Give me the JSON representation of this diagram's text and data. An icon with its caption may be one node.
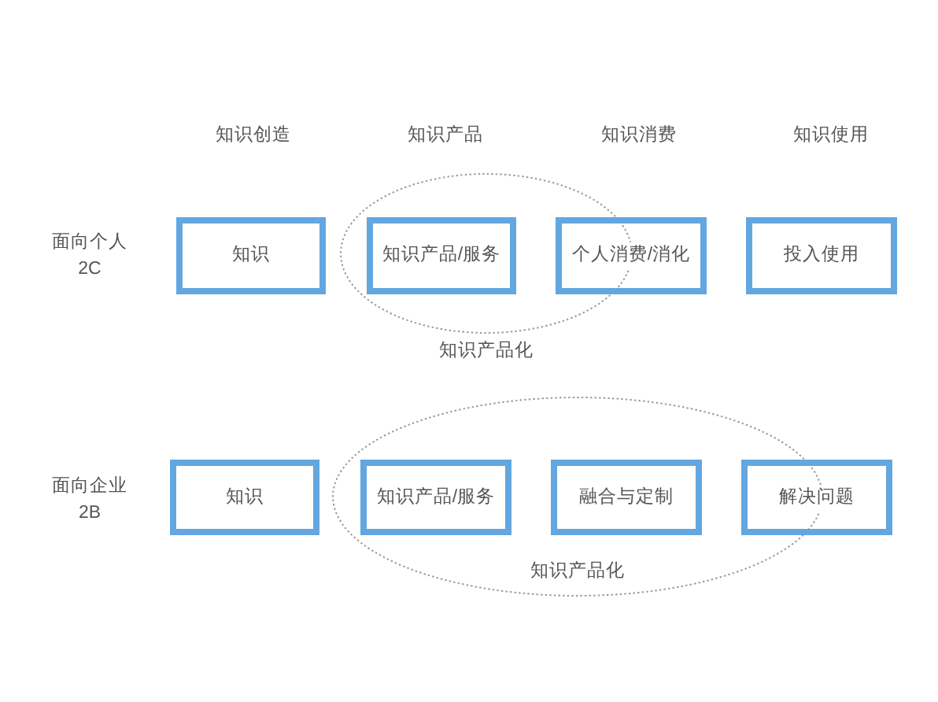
{
  "diagram": {
    "nodes": [
      {
        "text": [
          "知识"
        ]
      },
      {
        "text": [
          "知识产品化"
        ]
      },
      {
        "text": [
          "知识产品/服务"
        ],
        "in": 1
      },
      {
        "text": [
          "个人消费/消化"
        ]
      },
      {
        "text": [
          "投入使用"
        ]
      },
      {
        "text": [
          "知识"
        ]
      },
      {
        "text": [
          "知识产品化"
        ]
      },
      {
        "text": [
          "知识产品/服务"
        ],
        "in": 6
      },
      {
        "text": [
          "融合与定制"
        ],
        "in": 6
      },
      {
        "text": [
          "解决问题"
        ]
      }
    ],
    "labels": [
      "知识创造",
      "知识产品",
      "知识消费",
      "知识使用",
      "面向个人 2C",
      "面向企业 2B"
    ]
  }
}
